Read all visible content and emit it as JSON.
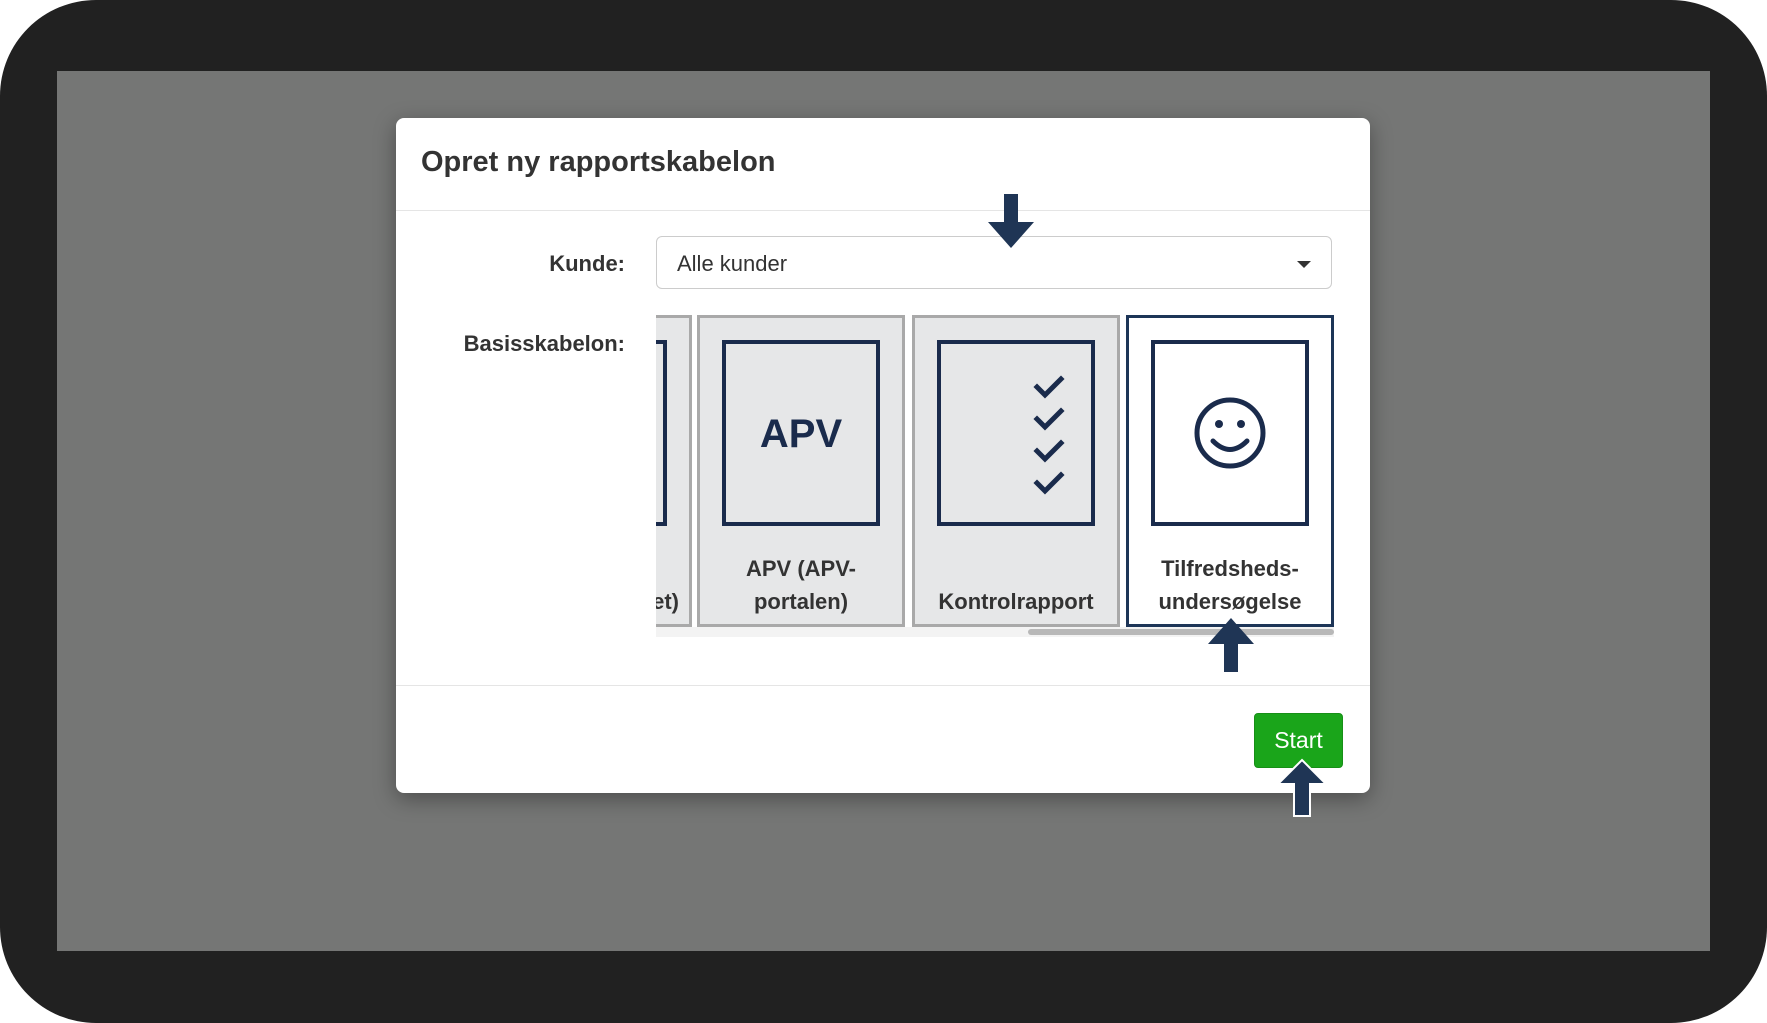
{
  "modal": {
    "title": "Opret ny rapportskabelon",
    "customer_label": "Kunde:",
    "customer_value": "Alle kunder",
    "template_label": "Basisskabelon:",
    "templates": [
      {
        "label": "et)",
        "selected": false
      },
      {
        "label_line1": "APV (APV-",
        "label_line2": "portalen)",
        "thumb_text": "APV",
        "selected": false
      },
      {
        "label": "Kontrolrapport",
        "thumb_icon": "checklist-icon",
        "selected": false
      },
      {
        "label_line1": "Tilfredsheds-",
        "label_line2": "undersøgelse",
        "thumb_icon": "smiley-icon",
        "selected": true
      }
    ],
    "start_label": "Start"
  },
  "colors": {
    "accent_green": "#1aa51a",
    "navy": "#1a2b4c",
    "overlay": "#757675",
    "frame": "#212121"
  },
  "annotations": {
    "arrow_icon": "pointer-arrow-icon"
  }
}
